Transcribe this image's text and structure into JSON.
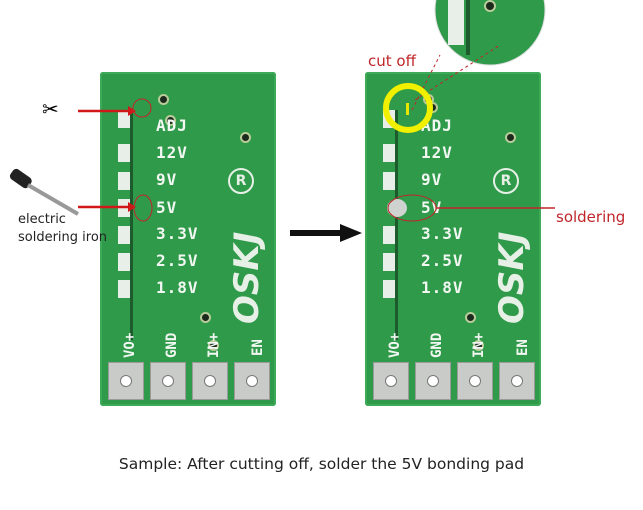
{
  "labels": {
    "adj": "ADJ",
    "v12": "12V",
    "v9": "9V",
    "v5": "5V",
    "v33": "3.3V",
    "v25": "2.5V",
    "v18": "1.8V",
    "vo": "VO+",
    "gnd": "GND",
    "in": "IN+",
    "en": "EN",
    "logo": "OSKJ",
    "reg": "R"
  },
  "annotations": {
    "iron": "electric\nsoldering iron",
    "cut_off": "cut off",
    "soldering": "soldering"
  },
  "caption": "Sample: After cutting off, solder the 5V bonding pad",
  "colors": {
    "pcb": "#2f9a4a",
    "annotation": "#c0262a",
    "highlight": "#f0f000"
  }
}
